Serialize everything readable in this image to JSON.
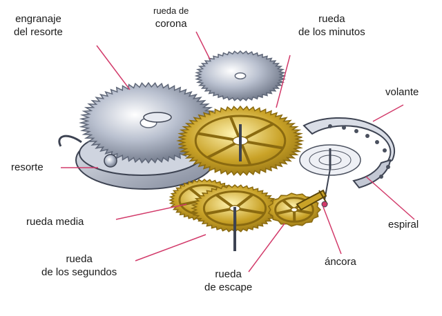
{
  "labels": {
    "engranaje": [
      "engranaje",
      "del resorte"
    ],
    "corona": [
      "rueda de",
      "corona"
    ],
    "minutos": [
      "rueda",
      "de los minutos"
    ],
    "volante": [
      "volante"
    ],
    "resorte": [
      "resorte"
    ],
    "media": [
      "rueda media"
    ],
    "espiral": [
      "espiral"
    ],
    "segundos": [
      "rueda",
      "de los segundos"
    ],
    "ancora": [
      "áncora"
    ],
    "escape": [
      "rueda",
      "de escape"
    ]
  },
  "colors": {
    "leader": "#d23a6a",
    "gear_brass": "#c9a227",
    "gear_brass_dark": "#8a6a10",
    "gear_steel": "#b9c0cf",
    "gear_steel_dark": "#5f6778",
    "balance_wheel": "#d9dde6"
  },
  "icons": [
    "pink-leader-line",
    "brass-gear",
    "steel-gear",
    "balance-wheel",
    "hairspring"
  ]
}
